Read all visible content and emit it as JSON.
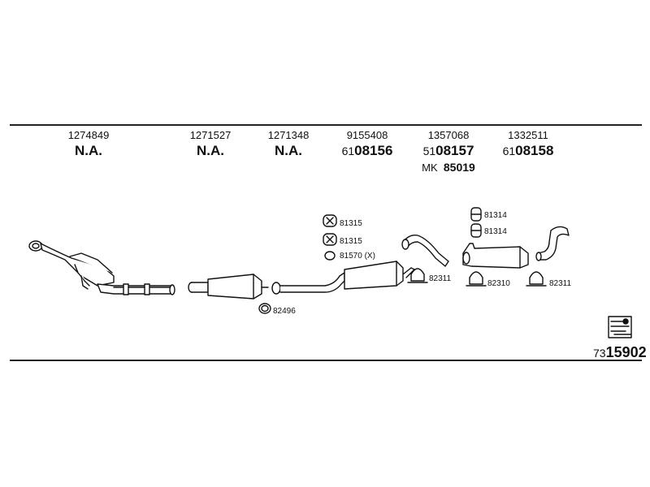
{
  "columns": [
    {
      "code": "1274849",
      "main_prefix": "",
      "main": "N.A.",
      "extra_prefix": "",
      "extra": ""
    },
    {
      "code": "1271527",
      "main_prefix": "",
      "main": "N.A.",
      "extra_prefix": "",
      "extra": ""
    },
    {
      "code": "1271348",
      "main_prefix": "",
      "main": "N.A.",
      "extra_prefix": "",
      "extra": ""
    },
    {
      "code": "9155408",
      "main_prefix": "61",
      "main": "08156",
      "extra_prefix": "",
      "extra": ""
    },
    {
      "code": "1357068",
      "main_prefix": "51",
      "main": "08157",
      "extra_prefix": "MK",
      "extra": "85019"
    },
    {
      "code": "1332511",
      "main_prefix": "61",
      "main": "08158",
      "extra_prefix": "",
      "extra": ""
    }
  ],
  "parts": {
    "ring_82496": "82496",
    "hanger_81315_a": "81315",
    "hanger_81315_b": "81315",
    "gasket_81570": "81570 (X)",
    "clamp_82311_a": "82311",
    "hanger_81314_a": "81314",
    "hanger_81314_b": "81314",
    "clamp_82310": "82310",
    "clamp_82311_b": "82311"
  },
  "catalog": {
    "prefix": "73",
    "number": "15902"
  }
}
